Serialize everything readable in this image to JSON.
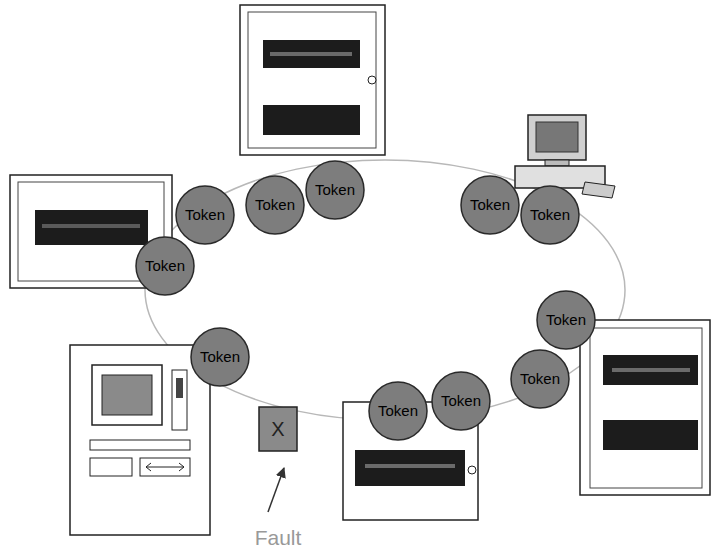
{
  "diagram": {
    "nodes": [
      {
        "text": [
          "Token"
        ]
      },
      {
        "text": [
          "Token"
        ]
      },
      {
        "text": [
          "Token"
        ]
      },
      {
        "text": [
          "Token"
        ]
      },
      {
        "text": [
          "Token"
        ]
      },
      {
        "text": [
          "Token"
        ]
      },
      {
        "text": [
          "Token"
        ]
      },
      {
        "text": [
          "Token"
        ]
      },
      {
        "text": [
          "Token"
        ]
      },
      {
        "text": [
          "Token"
        ]
      },
      {
        "text": [
          "Token"
        ]
      },
      {
        "text": [
          "X"
        ]
      }
    ],
    "labels": [
      "Fault"
    ]
  }
}
